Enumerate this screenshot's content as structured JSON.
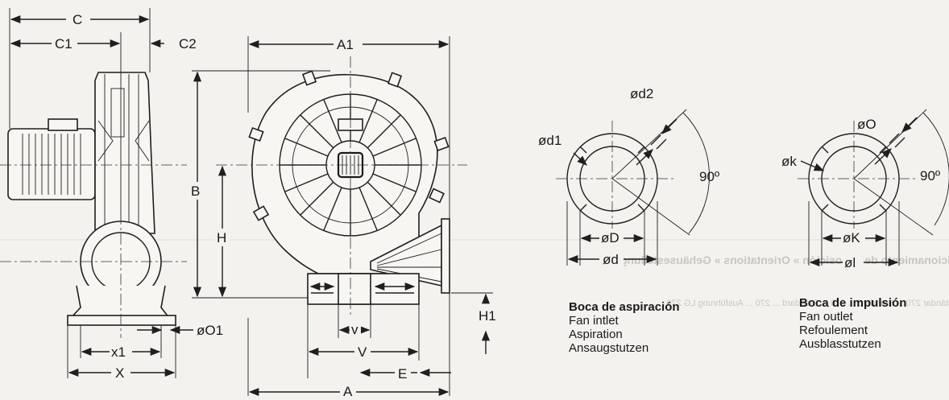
{
  "dimensions": {
    "C": "C",
    "C1": "C1",
    "C2": "C2",
    "A1": "A1",
    "A": "A",
    "B": "B",
    "H": "H",
    "H1": "H1",
    "x1": "x1",
    "X": "X",
    "O1": "øO1",
    "v": "v",
    "V": "V",
    "E": "E",
    "d1": "ød1",
    "d2": "ød2",
    "D": "øD",
    "d": "ød",
    "angle_inlet": "90º",
    "O": "øO",
    "k": "øk",
    "K": "øK",
    "l": "øl",
    "angle_outlet": "90º"
  },
  "captions": {
    "inlet": {
      "title": "Boca de aspiración",
      "lines": [
        "Fan intlet",
        "Aspiration",
        "Ansaugstutzen"
      ]
    },
    "outlet": {
      "title": "Boca de impulsión",
      "lines": [
        "Fan outlet",
        "Refoulement",
        "Ausblasstutzen"
      ]
    }
  },
  "bleed_through": {
    "heading": "icionamiento de la posición » Orientations » Gehäusestellung",
    "subline": "Estándar 270 ... Standard ... 270 ... Standard ... 270 ... Ausführung LG 270"
  },
  "colors": {
    "ink": "#1f1f1f",
    "paper": "#f4f2ee",
    "ghost": "#c8c6c1"
  }
}
